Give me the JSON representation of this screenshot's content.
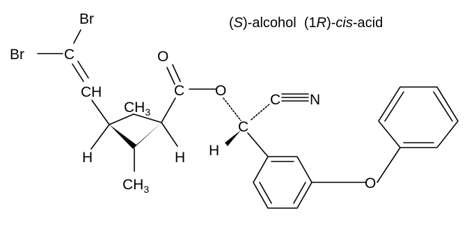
{
  "caption": {
    "open1": "(",
    "s_label": "S",
    "alcohol_text": ")-alcohol",
    "gap": "  ",
    "open2": "(1",
    "r_label": "R",
    "close2": ")-",
    "cis_label": "cis",
    "acid_text": "-acid"
  },
  "atoms": {
    "br_top": "Br",
    "br_left": "Br",
    "c_vinyl": "C",
    "ch_vinyl": "CH",
    "ch3_top": "CH",
    "ch3_top_sub": "3",
    "ch3_bottom": "CH",
    "ch3_bottom_sub": "3",
    "h_left": "H",
    "h_right": "H",
    "o_carbonyl": "O",
    "c_carbonyl": "C",
    "o_ester": "O",
    "c_chiral": "C",
    "h_chiral": "H",
    "c_nitrile": "C",
    "n_nitrile": "N",
    "o_ether": "O"
  }
}
